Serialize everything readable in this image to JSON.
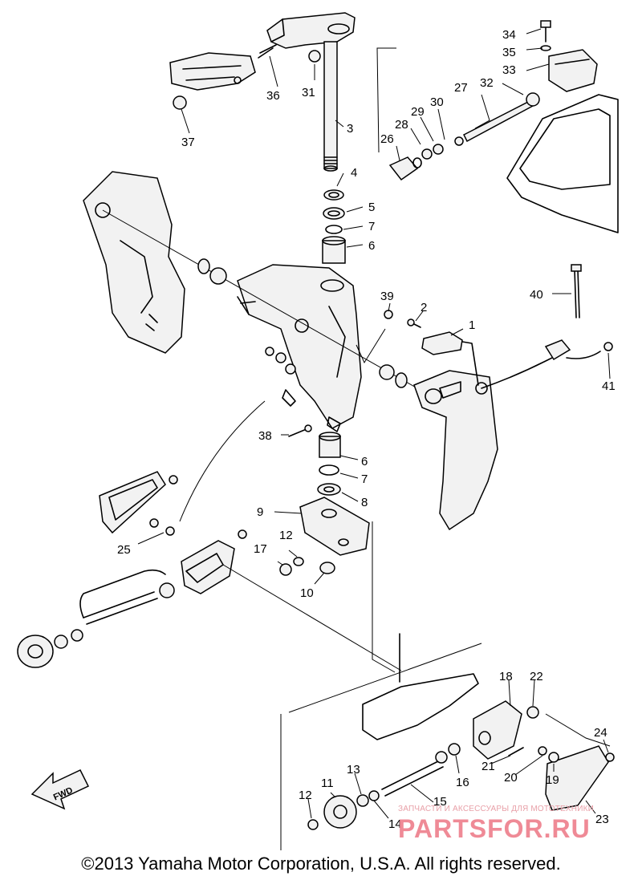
{
  "labels": [
    {
      "id": "1",
      "text": "1"
    },
    {
      "id": "2",
      "text": "2"
    },
    {
      "id": "3",
      "text": "3"
    },
    {
      "id": "4",
      "text": "4"
    },
    {
      "id": "5",
      "text": "5"
    },
    {
      "id": "6a",
      "text": "6"
    },
    {
      "id": "6b",
      "text": "6"
    },
    {
      "id": "7a",
      "text": "7"
    },
    {
      "id": "7b",
      "text": "7"
    },
    {
      "id": "8",
      "text": "8"
    },
    {
      "id": "9",
      "text": "9"
    },
    {
      "id": "10",
      "text": "10"
    },
    {
      "id": "11",
      "text": "11"
    },
    {
      "id": "12a",
      "text": "12"
    },
    {
      "id": "12b",
      "text": "12"
    },
    {
      "id": "13",
      "text": "13"
    },
    {
      "id": "14",
      "text": "14"
    },
    {
      "id": "15",
      "text": "15"
    },
    {
      "id": "16",
      "text": "16"
    },
    {
      "id": "17",
      "text": "17"
    },
    {
      "id": "18",
      "text": "18"
    },
    {
      "id": "19",
      "text": "19"
    },
    {
      "id": "20",
      "text": "20"
    },
    {
      "id": "21",
      "text": "21"
    },
    {
      "id": "22",
      "text": "22"
    },
    {
      "id": "23",
      "text": "23"
    },
    {
      "id": "24",
      "text": "24"
    },
    {
      "id": "25",
      "text": "25"
    },
    {
      "id": "26",
      "text": "26"
    },
    {
      "id": "27",
      "text": "27"
    },
    {
      "id": "28",
      "text": "28"
    },
    {
      "id": "29",
      "text": "29"
    },
    {
      "id": "30",
      "text": "30"
    },
    {
      "id": "31",
      "text": "31"
    },
    {
      "id": "32",
      "text": "32"
    },
    {
      "id": "33",
      "text": "33"
    },
    {
      "id": "34",
      "text": "34"
    },
    {
      "id": "35",
      "text": "35"
    },
    {
      "id": "36",
      "text": "36"
    },
    {
      "id": "37",
      "text": "37"
    },
    {
      "id": "38",
      "text": "38"
    },
    {
      "id": "39",
      "text": "39"
    },
    {
      "id": "40",
      "text": "40"
    },
    {
      "id": "41",
      "text": "41"
    }
  ],
  "fwd_badge": "FWD",
  "copyright": "©2013 Yamaha Motor Corporation, U.S.A. All rights reserved.",
  "watermark": {
    "tagline": "ЗАПЧАСТИ И АКСЕССУАРЫ ДЛЯ МОТОТЕХНИКИ",
    "logo": "PARTSFOR.RU",
    "color": "#ef8a96"
  }
}
